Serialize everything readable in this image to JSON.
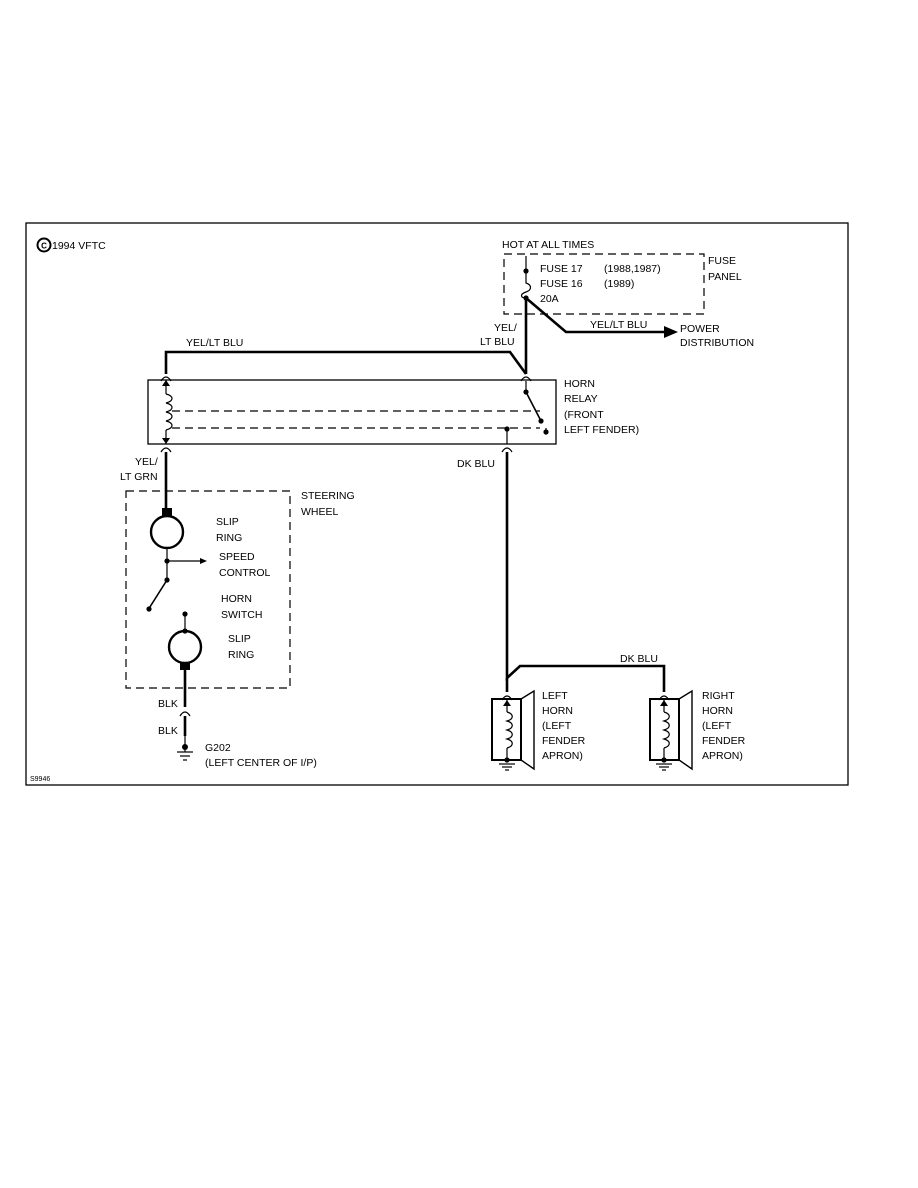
{
  "copyright": {
    "symbol": "C",
    "text": "1994 VFTC"
  },
  "power_source": {
    "label": "HOT AT ALL TIMES"
  },
  "fuse_panel": {
    "title_line1": "FUSE",
    "title_line2": "PANEL",
    "fuse_17": "FUSE 17",
    "fuse_17_years": "(1988,1987)",
    "fuse_16": "FUSE 16",
    "fuse_16_years": "(1989)",
    "rating": "20A"
  },
  "power_distribution": {
    "line1": "POWER",
    "line2": "DISTRIBUTION",
    "wire": "YEL/LT BLU"
  },
  "horn_relay": {
    "line1": "HORN",
    "line2": "RELAY",
    "line3": "(FRONT",
    "line4": "LEFT FENDER)"
  },
  "wires": {
    "top_left": "YEL/LT BLU",
    "relay_feed_line1": "YEL/",
    "relay_feed_line2": "LT BLU",
    "coil_lower_line1": "YEL/",
    "coil_lower_line2": "LT GRN",
    "relay_out": "DK BLU",
    "horn_bus": "DK BLU",
    "ground_upper": "BLK",
    "ground_lower": "BLK"
  },
  "steering_wheel": {
    "line1": "STEERING",
    "line2": "WHEEL",
    "slip_ring_top_line1": "SLIP",
    "slip_ring_top_line2": "RING",
    "speed_control_line1": "SPEED",
    "speed_control_line2": "CONTROL",
    "horn_switch_line1": "HORN",
    "horn_switch_line2": "SWITCH",
    "slip_ring_bottom_line1": "SLIP",
    "slip_ring_bottom_line2": "RING"
  },
  "ground": {
    "id": "G202",
    "location": "(LEFT CENTER OF I/P)"
  },
  "left_horn": {
    "line1": "LEFT",
    "line2": "HORN",
    "line3": "(LEFT",
    "line4": "FENDER",
    "line5": "APRON)"
  },
  "right_horn": {
    "line1": "RIGHT",
    "line2": "HORN",
    "line3": "(LEFT",
    "line4": "FENDER",
    "line5": "APRON)"
  },
  "figure_ref": "S9946"
}
